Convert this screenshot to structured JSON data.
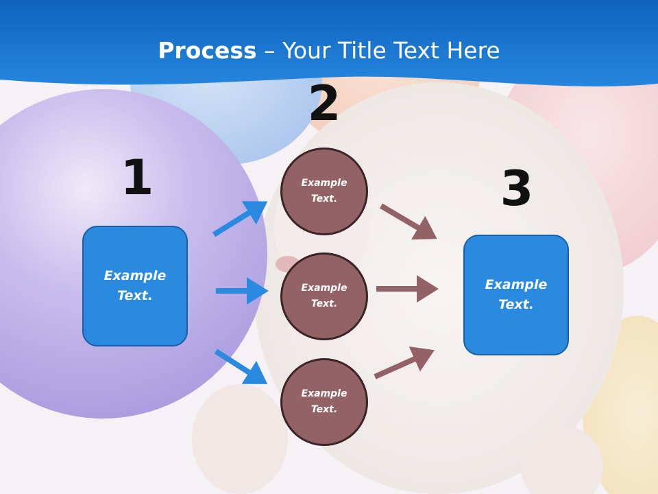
{
  "title": {
    "bold": "Process",
    "rest": " – Your Title Text Here"
  },
  "steps": {
    "one": "1",
    "two": "2",
    "three": "3"
  },
  "left_box": {
    "text": "Example Text."
  },
  "circles": [
    {
      "text": "Example Text."
    },
    {
      "text": "Example Text."
    },
    {
      "text": "Example Text."
    }
  ],
  "right_box": {
    "text": "Example Text."
  },
  "colors": {
    "header": "#1a76d0",
    "box": "#2a8ae0",
    "circle": "#936266",
    "arrow_blue": "#2a8ae0",
    "arrow_brown": "#936266"
  }
}
